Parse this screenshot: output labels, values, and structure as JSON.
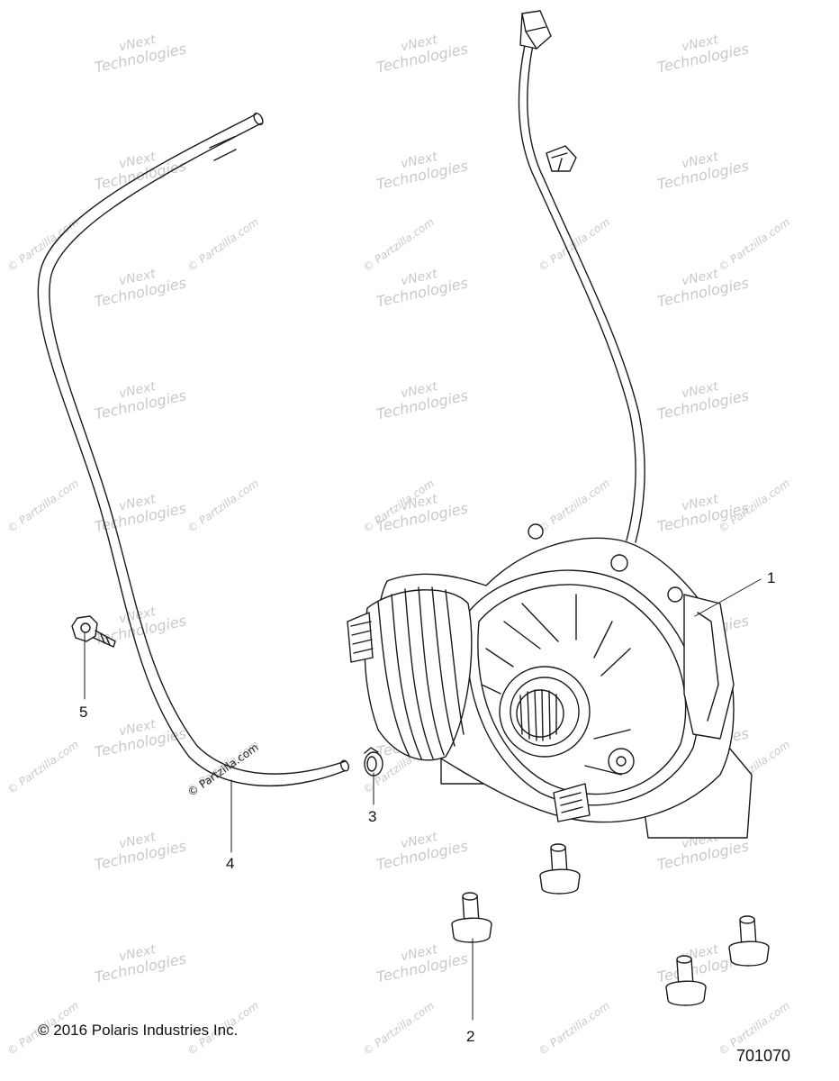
{
  "callouts": [
    {
      "id": "1",
      "label": "1"
    },
    {
      "id": "2",
      "label": "2"
    },
    {
      "id": "3",
      "label": "3"
    },
    {
      "id": "4",
      "label": "4"
    },
    {
      "id": "5",
      "label": "5"
    }
  ],
  "copyright": "© 2016 Polaris Industries Inc.",
  "drawing_number": "701070",
  "watermarks": {
    "brand_line1": "vNext",
    "brand_line2": "Technologies",
    "site": "© Partzilla.com"
  }
}
